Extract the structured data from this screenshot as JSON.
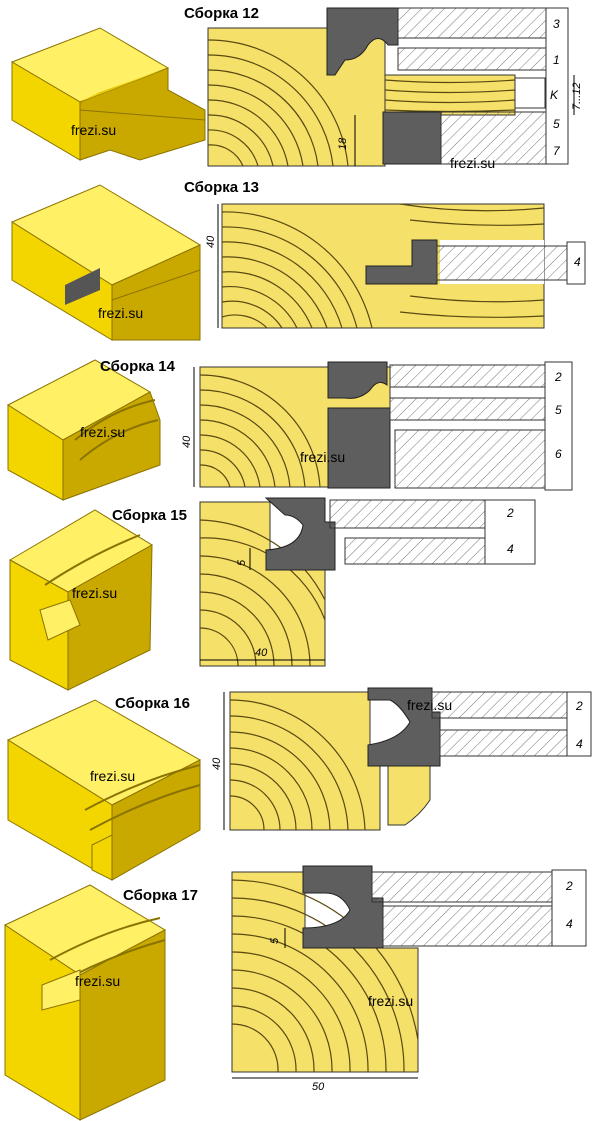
{
  "colors": {
    "wood": "#f5e06a",
    "wood_grain": "#5a4a10",
    "block": "#f3d600",
    "block_top": "#fff066",
    "block_side": "#c9a800",
    "cutter": "#5e5e5e",
    "hatch": "#777777"
  },
  "watermark": "frezi.su",
  "assemblies": [
    {
      "title": "Сборка 12",
      "dims": [
        "18",
        "7...12",
        "K"
      ],
      "parts": [
        "3",
        "1",
        "5",
        "7"
      ]
    },
    {
      "title": "Сборка 13",
      "dims": [
        "40"
      ],
      "parts": [
        "4"
      ]
    },
    {
      "title": "Сборка 14",
      "dims": [
        "40"
      ],
      "parts": [
        "2",
        "5",
        "6"
      ]
    },
    {
      "title": "Сборка 15",
      "dims": [
        "5",
        "40"
      ],
      "parts": [
        "2",
        "4"
      ]
    },
    {
      "title": "Сборка 16",
      "dims": [
        "40"
      ],
      "parts": [
        "2",
        "4"
      ]
    },
    {
      "title": "Сборка 17",
      "dims": [
        "5",
        "50"
      ],
      "parts": [
        "2",
        "4"
      ]
    }
  ]
}
